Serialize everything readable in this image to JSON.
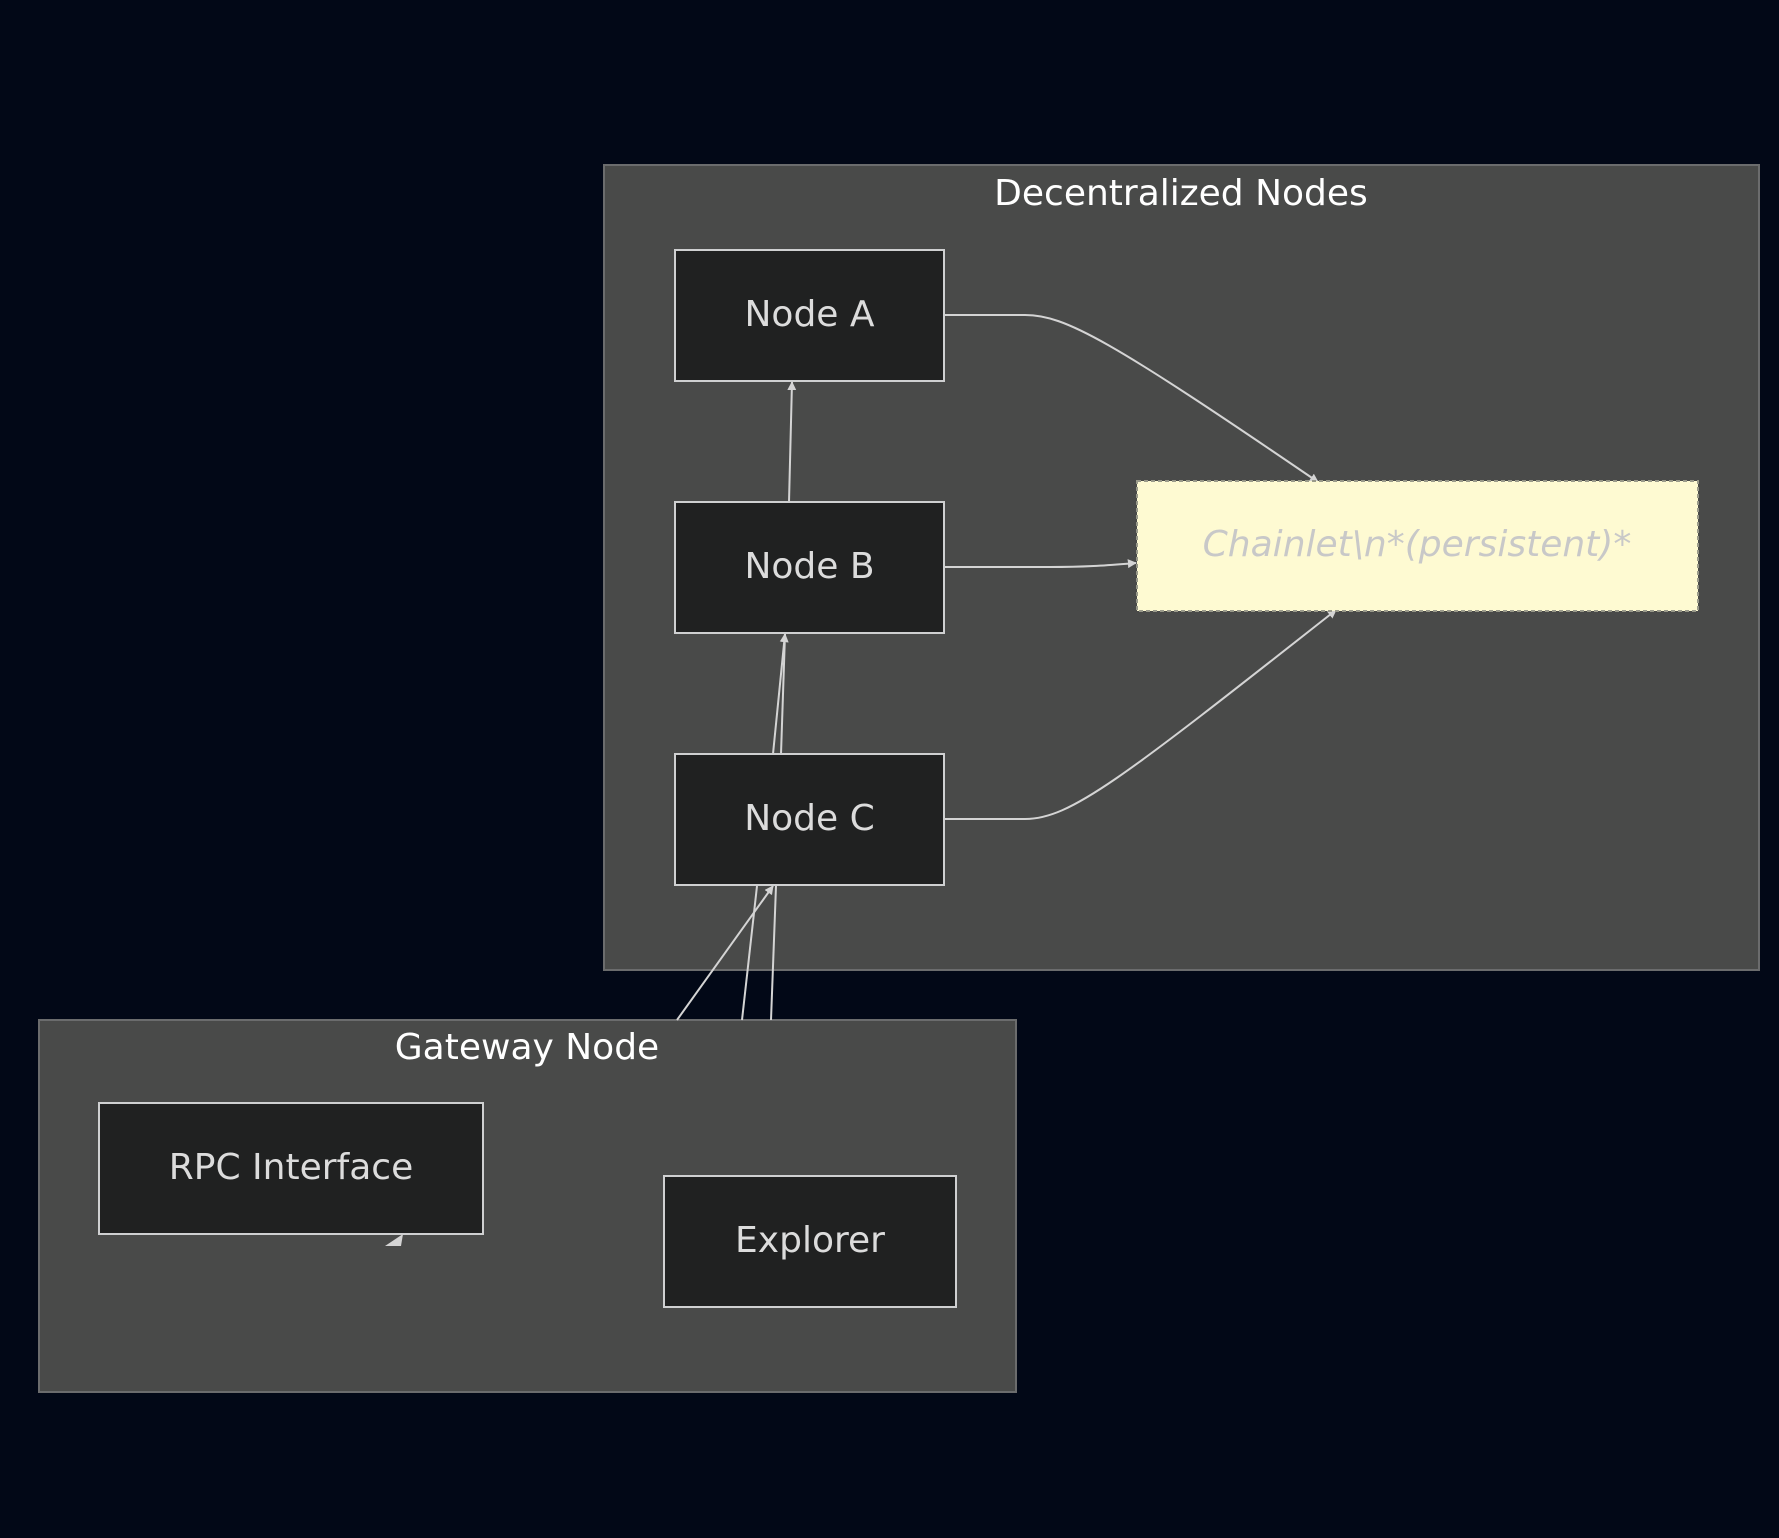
{
  "clusters": {
    "decentralized": {
      "title": "Decentralized Nodes"
    },
    "gateway": {
      "title": "Gateway Node"
    }
  },
  "nodes": {
    "node_a": "Node A",
    "node_b": "Node B",
    "node_c": "Node C",
    "chainlet": "Chainlet\\n*(persistent)*",
    "rpc": "RPC Interface",
    "explorer": "Explorer"
  },
  "colors": {
    "background": "#020817",
    "cluster_fill": "#494a49",
    "node_fill": "#202121",
    "node_stroke": "#cfd0d1",
    "store_fill": "#fefad2",
    "edge": "#d4d4d4"
  }
}
